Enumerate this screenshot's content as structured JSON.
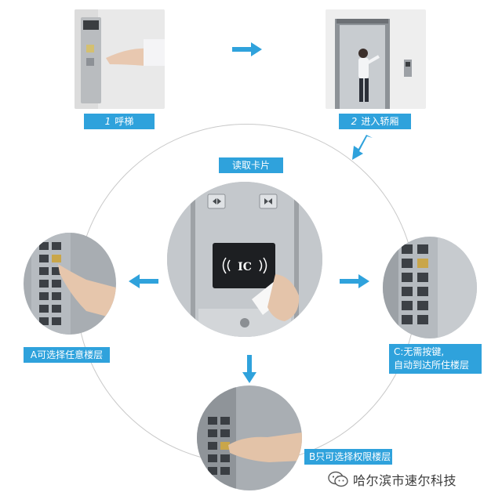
{
  "steps": {
    "step1": {
      "num": "1",
      "label": "呼梯"
    },
    "step2": {
      "num": "2",
      "label": "进入轿厢"
    },
    "read_card": {
      "label": "读取卡片"
    },
    "option_a": {
      "label": "A可选择任意楼层"
    },
    "option_b": {
      "label": "B只可选择权限楼层"
    },
    "option_c": {
      "line1": "C:无需按键,",
      "line2": "自动到达所住楼层"
    }
  },
  "card_reader": {
    "text": "IC"
  },
  "watermark": {
    "text": "哈尔滨市速尔科技"
  },
  "colors": {
    "accent": "#2fa2dc",
    "ring": "#c9c9c9"
  }
}
